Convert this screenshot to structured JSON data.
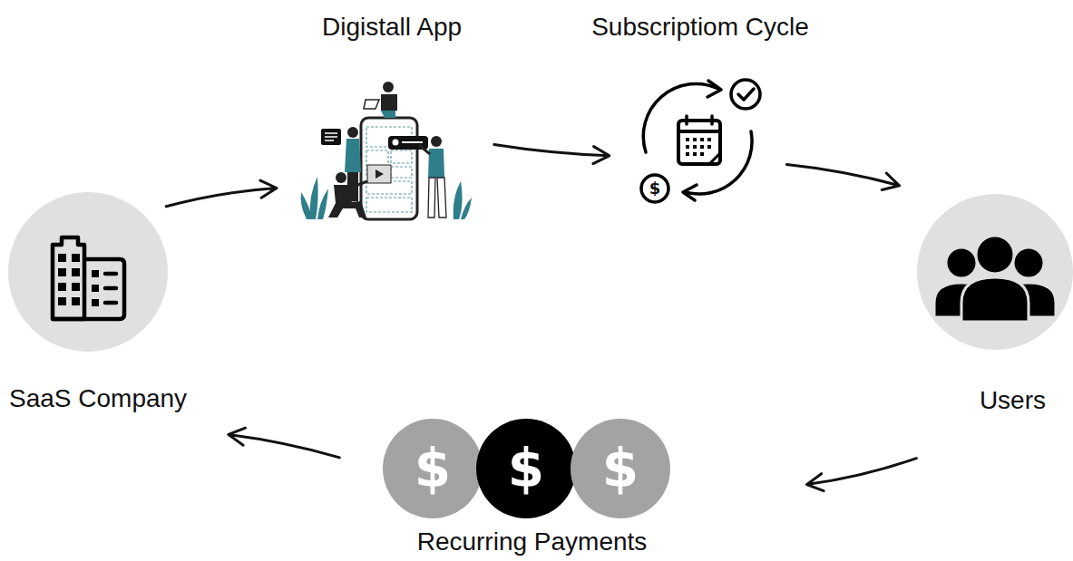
{
  "diagram": {
    "nodes": [
      {
        "text": [
          "SaaS Company"
        ]
      },
      {
        "text": [
          "Digistall App"
        ]
      },
      {
        "text": [
          "Subscriptiom Cycle"
        ]
      },
      {
        "text": [
          "Users"
        ]
      },
      {
        "text": [
          "Recurring Payments"
        ]
      },
      {
        "text": [
          "$"
        ],
        "in": 4
      },
      {
        "text": [
          "$"
        ],
        "in": 4
      },
      {
        "text": [
          "$"
        ],
        "in": 4
      }
    ],
    "edges": [
      {
        "from": 0,
        "to": 1,
        "arrow": "to"
      },
      {
        "from": 1,
        "to": 2,
        "arrow": "to"
      },
      {
        "from": 2,
        "to": 3,
        "arrow": "to"
      },
      {
        "from": 3,
        "to": 4,
        "arrow": "to"
      },
      {
        "from": 4,
        "to": 0,
        "arrow": "to"
      }
    ],
    "labels": [
      "$"
    ]
  }
}
